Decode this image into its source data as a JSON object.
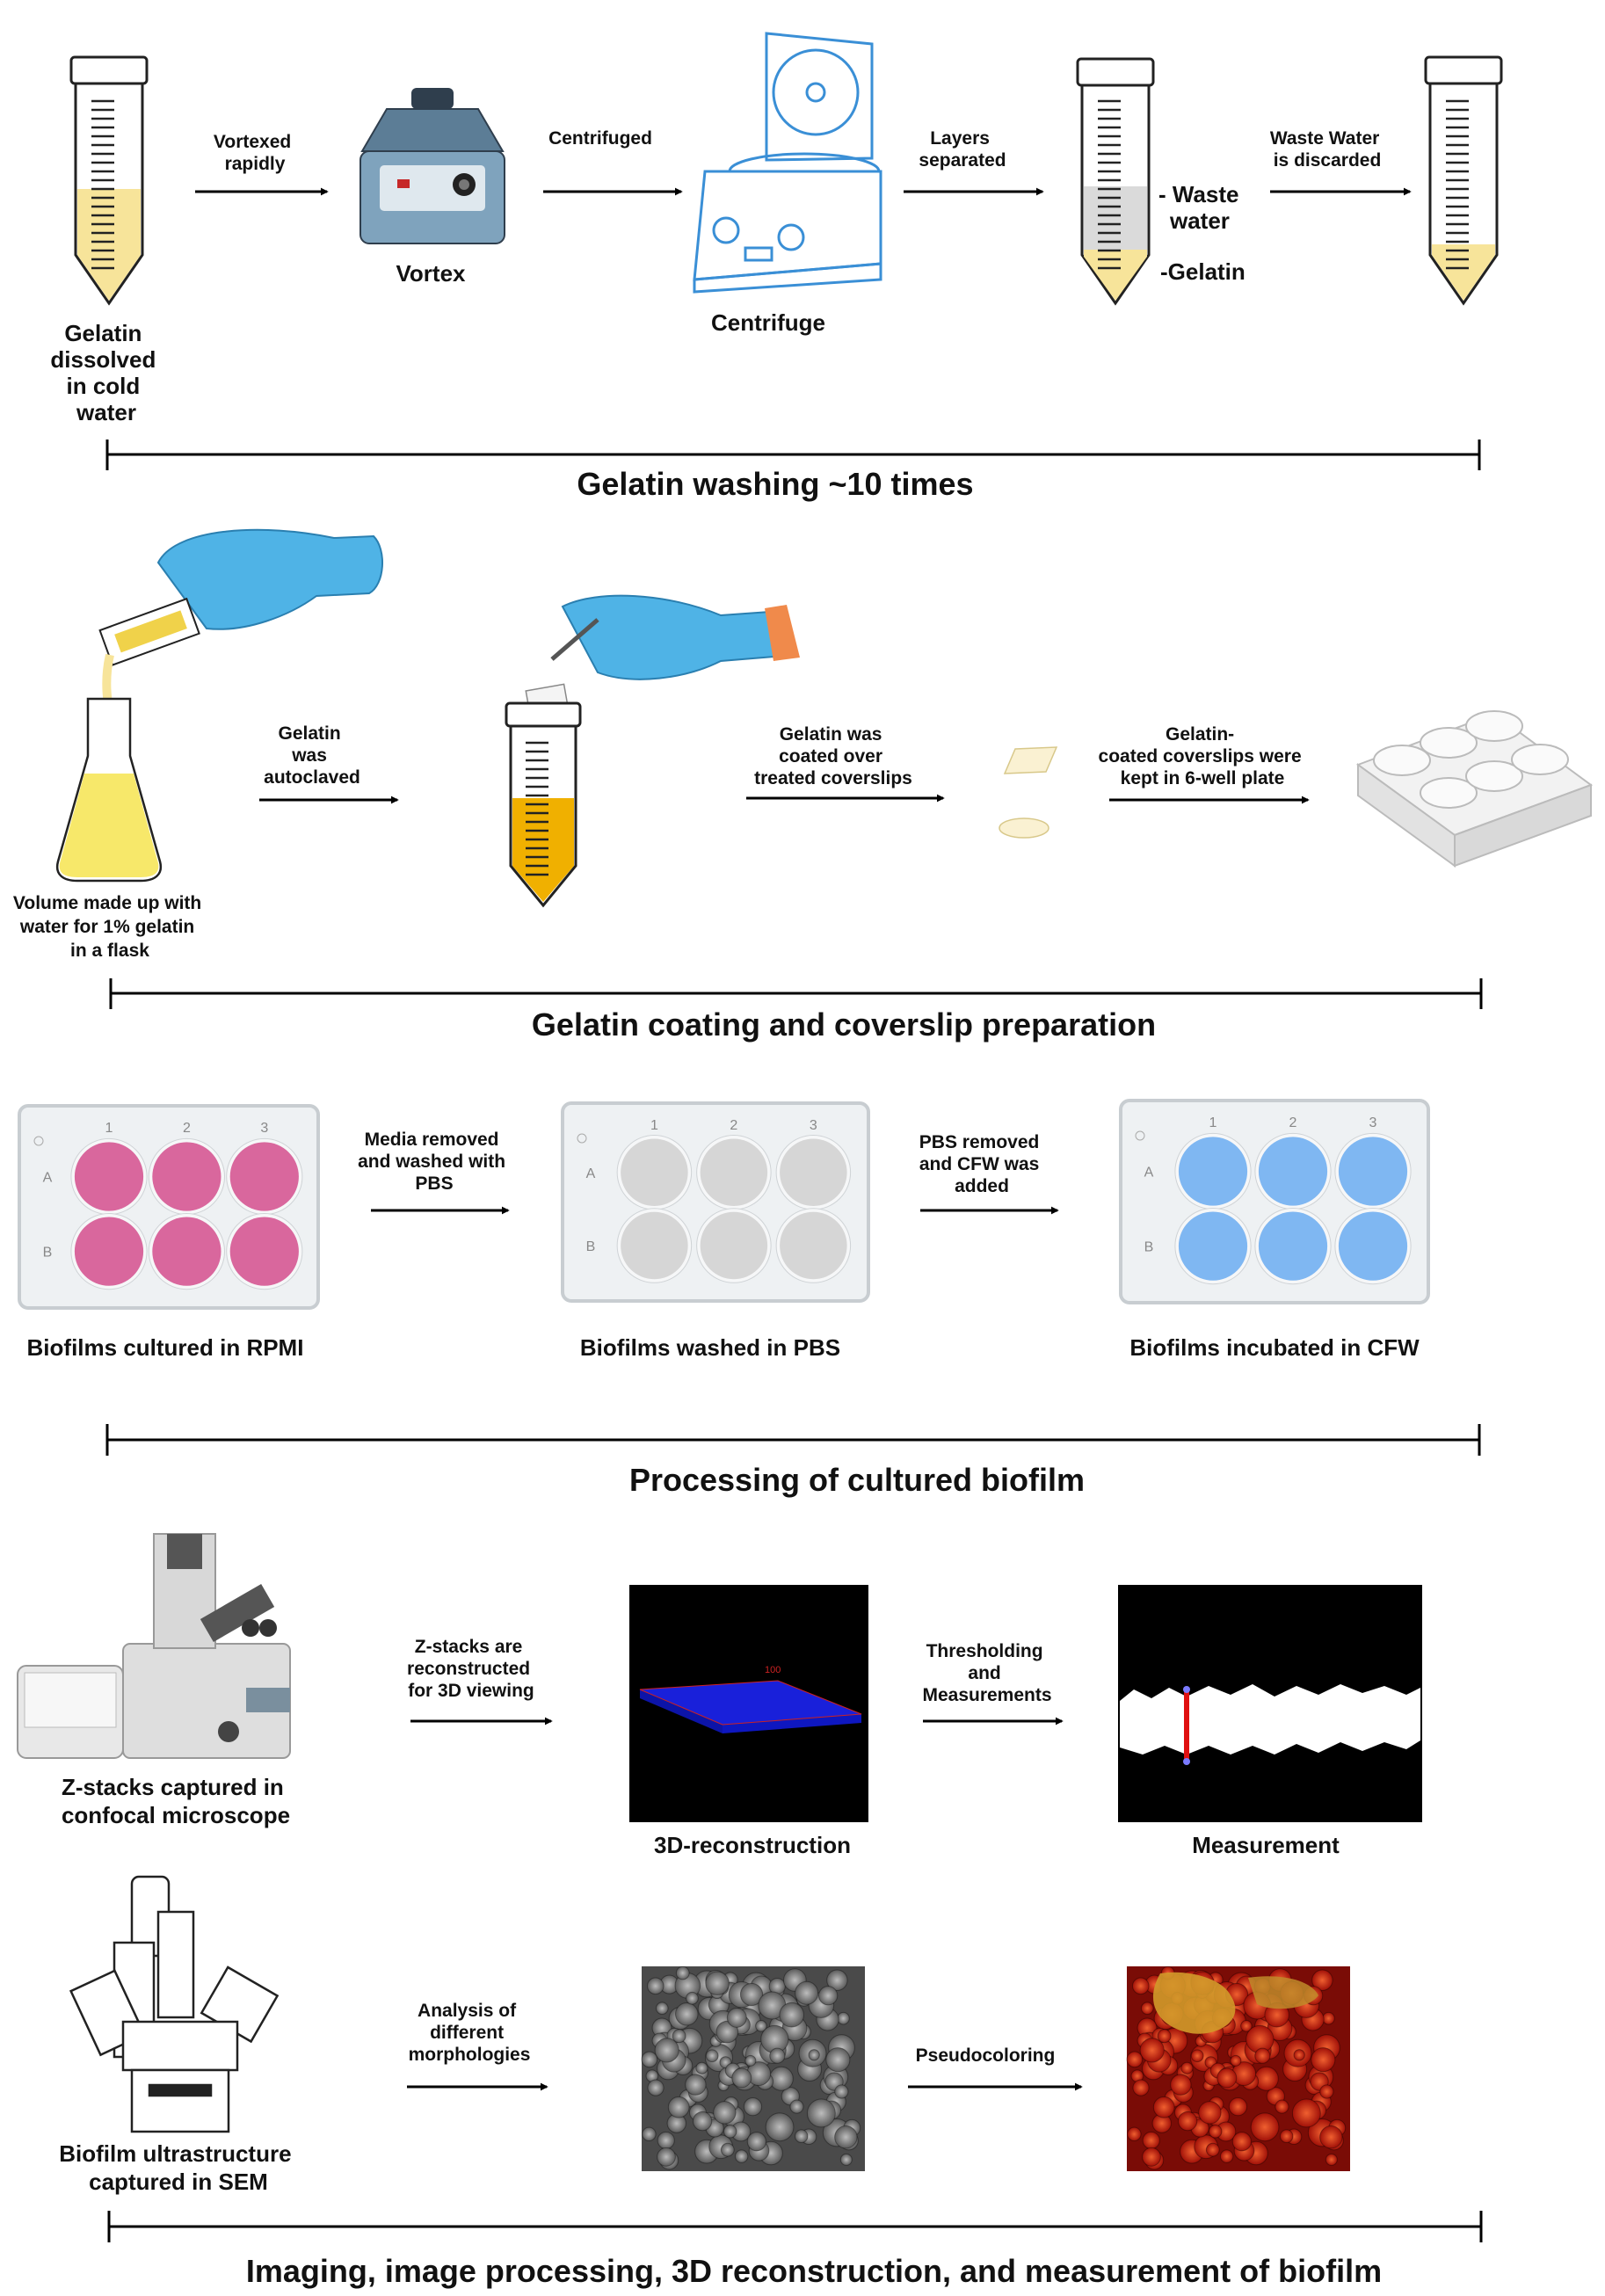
{
  "section1": {
    "title": "Gelatin washing ~10 times",
    "tube1_label": [
      "Gelatin",
      "dissolved",
      "in cold",
      "water"
    ],
    "arrow1": [
      "Vortexed",
      "rapidly"
    ],
    "vortex_label": "Vortex",
    "arrow2": [
      "Centrifuged"
    ],
    "centrifuge_label": "Centrifuge",
    "arrow3": [
      "Layers",
      "separated"
    ],
    "waste_label": [
      "- Waste",
      "water"
    ],
    "gelatin_label": "-Gelatin",
    "arrow4": [
      "Waste Water",
      "is discarded"
    ]
  },
  "section2": {
    "title": "Gelatin coating and coverslip preparation",
    "flask_label": [
      "Volume made up with",
      "water  for 1% gelatin",
      "in a flask"
    ],
    "arrow1": [
      "Gelatin",
      "was",
      "autoclaved"
    ],
    "arrow2": [
      "Gelatin was",
      "coated over",
      "treated coverslips"
    ],
    "arrow3": [
      "Gelatin-",
      "coated coverslips were",
      "kept in 6-well plate"
    ]
  },
  "section3": {
    "title": "Processing of cultured biofilm",
    "plate1_label": "Biofilms cultured in RPMI",
    "arrow1": [
      "Media removed",
      "and washed with",
      "PBS"
    ],
    "plate2_label": "Biofilms washed in PBS",
    "arrow2": [
      "PBS removed",
      "and CFW was",
      "added"
    ],
    "plate3_label": "Biofilms incubated in CFW",
    "columns": [
      "1",
      "2",
      "3"
    ],
    "rows": [
      "A",
      "B"
    ]
  },
  "section4": {
    "title": "Imaging, image processing, 3D reconstruction, and measurement of biofilm",
    "confocal_label": [
      "Z-stacks captured in",
      "confocal microscope"
    ],
    "arrow1": [
      "Z-stacks are",
      "reconstructed",
      "for 3D viewing"
    ],
    "recon_label": "3D-reconstruction",
    "arrow2": [
      "Thresholding",
      "and",
      "Measurements"
    ],
    "measure_label": "Measurement",
    "sem_label": [
      "Biofilm ultrastructure",
      "captured in SEM"
    ],
    "arrow3": [
      "Analysis of",
      "different",
      "morphologies"
    ],
    "arrow4": [
      "Pseudocoloring"
    ]
  },
  "colors": {
    "gelatin": "#f7e49a",
    "gelatin_dark": "#f0b000",
    "glove": "#4fb3e6",
    "rpmi_well": "#d9679d",
    "pbs_well": "#d6d6d6",
    "cfw_well": "#7fb7f2",
    "confocal_blue": "#1a22e6",
    "measure_red": "#e01010"
  }
}
